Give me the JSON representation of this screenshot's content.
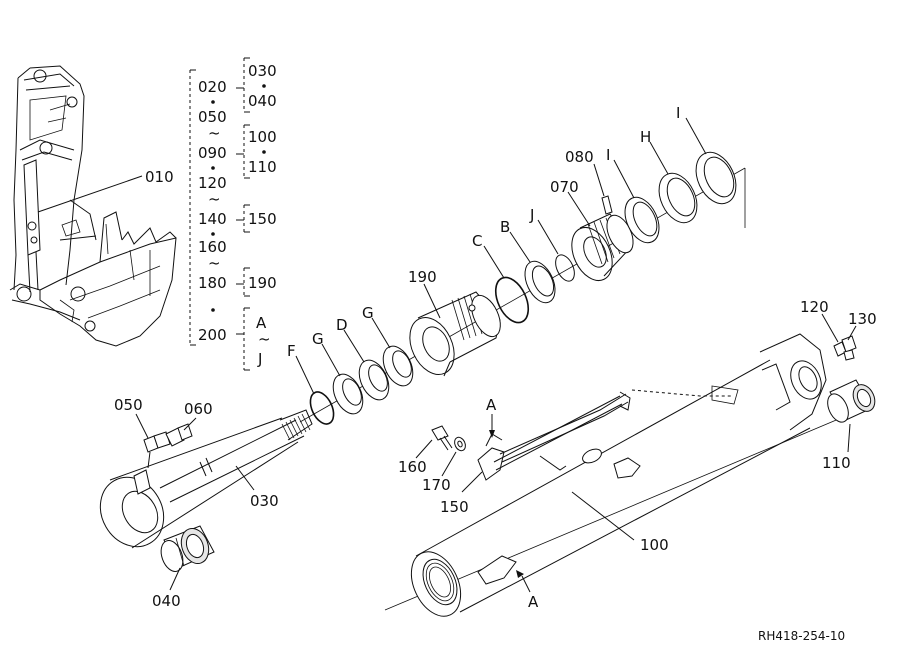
{
  "drawing_number": "RH418-254-10",
  "legend": {
    "col1": [
      "020",
      "050",
      "~",
      "090",
      "120",
      "~",
      "140",
      "160",
      "~",
      "180",
      "200"
    ],
    "col2": [
      "030",
      "040",
      "100",
      "110",
      "150",
      "190",
      "A",
      "~",
      "J"
    ]
  },
  "labels": {
    "p010": "010",
    "p030": "030",
    "p040": "040",
    "p050": "050",
    "p060": "060",
    "p070": "070",
    "p080": "080",
    "p100": "100",
    "p110": "110",
    "p120": "120",
    "p130": "130",
    "p150": "150",
    "p160": "160",
    "p170": "170",
    "p190": "190",
    "F": "F",
    "G1": "G",
    "D": "D",
    "G2": "G",
    "C": "C",
    "B": "B",
    "J": "J",
    "I1": "I",
    "H": "H",
    "I2": "I",
    "A1": "A",
    "A2": "A"
  }
}
